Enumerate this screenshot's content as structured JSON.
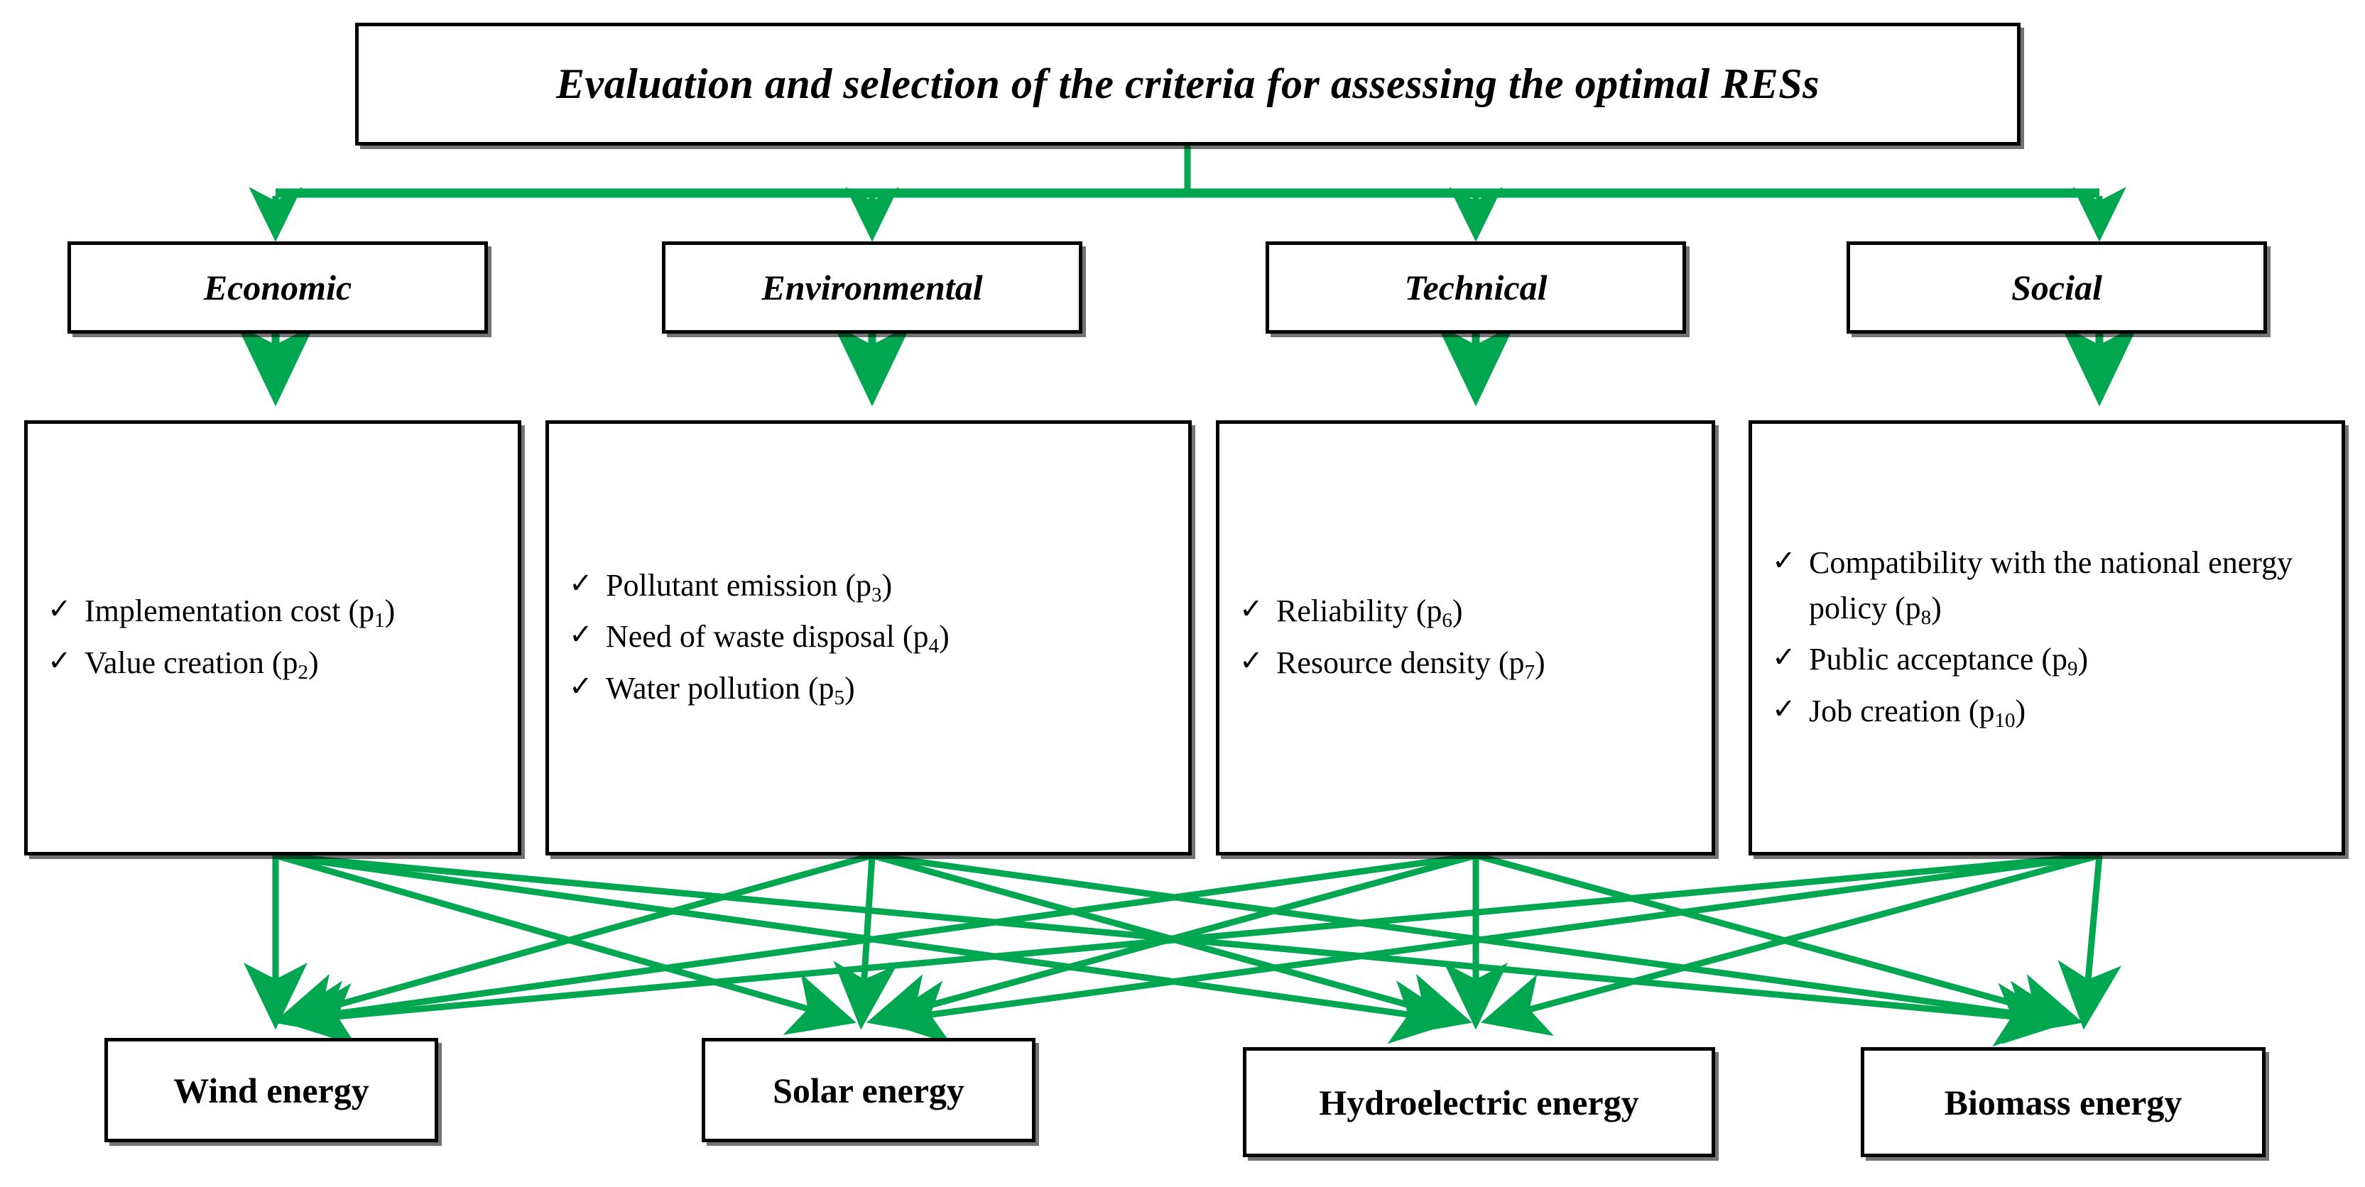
{
  "diagram": {
    "accent_color": "#00A650",
    "border_color": "#000000",
    "background_color": "#FFFFFF",
    "check_glyph": "✓"
  },
  "root": {
    "label": "Evaluation and selection of the criteria for assessing the optimal RESs"
  },
  "criteria_groups": [
    {
      "label": "Economic"
    },
    {
      "label": "Environmental"
    },
    {
      "label": "Technical"
    },
    {
      "label": "Social"
    }
  ],
  "criteria_lists": [
    {
      "group": "Economic",
      "items": [
        {
          "text": "Implementation cost ",
          "code": "p",
          "index": "1"
        },
        {
          "text": "Value creation ",
          "code": "p",
          "index": "2"
        }
      ]
    },
    {
      "group": "Environmental",
      "items": [
        {
          "text": "Pollutant emission ",
          "code": "p",
          "index": "3"
        },
        {
          "text": "Need of waste disposal ",
          "code": "p",
          "index": "4"
        },
        {
          "text": "Water pollution ",
          "code": "p",
          "index": "5"
        }
      ]
    },
    {
      "group": "Technical",
      "items": [
        {
          "text": "Reliability ",
          "code": "p",
          "index": "6"
        },
        {
          "text": "Resource density ",
          "code": "p",
          "index": "7"
        }
      ]
    },
    {
      "group": "Social",
      "items": [
        {
          "text": "Compatibility with the national energy policy ",
          "code": "p",
          "index": "8"
        },
        {
          "text": "Public acceptance ",
          "code": "p",
          "index": "9"
        },
        {
          "text": "Job creation ",
          "code": "p",
          "index": "10"
        }
      ]
    }
  ],
  "alternatives": [
    {
      "label": "Wind energy"
    },
    {
      "label": "Solar energy"
    },
    {
      "label": "Hydroelectric  energy"
    },
    {
      "label": "Biomass energy"
    }
  ]
}
